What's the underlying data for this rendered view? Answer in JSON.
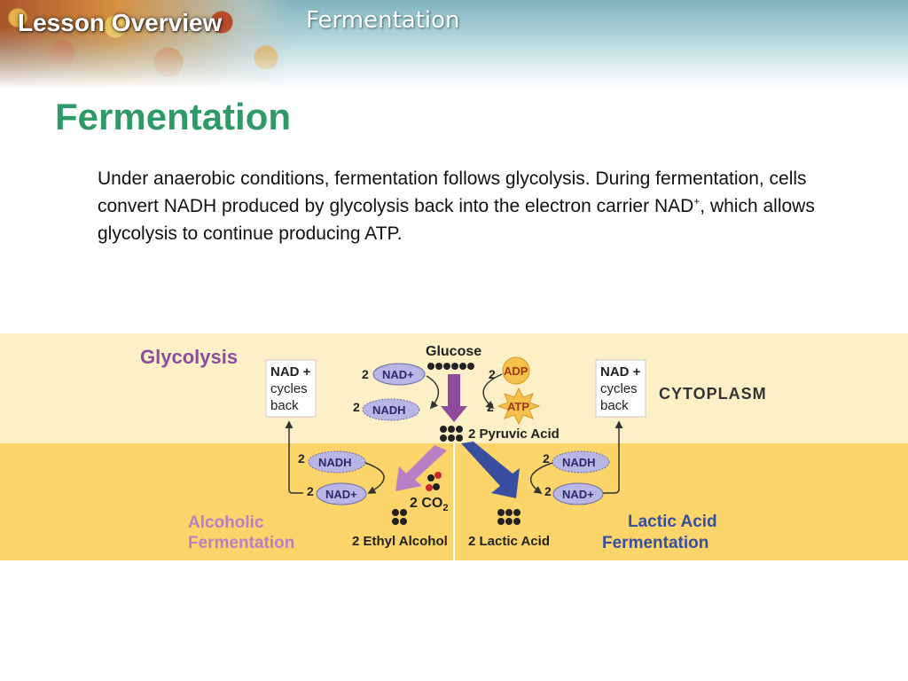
{
  "header": {
    "lesson_label": "Lesson Overview",
    "topic": "Fermentation"
  },
  "slide": {
    "title": "Fermentation",
    "body_part1": "Under anaerobic conditions, fermentation follows glycolysis. During fermentation, cells convert NADH produced by glycolysis back into the electron carrier NAD",
    "body_superscript": "+",
    "body_part2": ", which allows glycolysis to continue producing ATP."
  },
  "diagram": {
    "glycolysis_label": "Glycolysis",
    "cytoplasm_label": "CYTOPLASM",
    "glucose_label": "Glucose",
    "pyruvic_acid_label": "2 Pyruvic Acid",
    "nad_cycles_left": {
      "line1": "NAD +",
      "line2": "cycles",
      "line3": "back"
    },
    "nad_cycles_right": {
      "line1": "NAD +",
      "line2": "cycles",
      "line3": "back"
    },
    "nad_plus": "NAD+",
    "nadh": "NADH",
    "adp": "ADP",
    "atp": "ATP",
    "coefficient": "2",
    "co2_label": "2 CO",
    "co2_sub": "2",
    "ethyl_alcohol_label": "2 Ethyl Alcohol",
    "lactic_acid_label": "2 Lactic Acid",
    "alcoholic_line1": "Alcoholic",
    "alcoholic_line2": "Fermentation",
    "lactic_line1": "Lactic Acid",
    "lactic_line2": "Fermentation",
    "colors": {
      "glycolysis_purple": "#8e4a9c",
      "lactic_blue": "#3a4ea0",
      "alcoholic_purple": "#b87fc4",
      "oval_fill": "#b9b6e6",
      "atp_orange": "#f5c14a",
      "band_top": "#fdf1c4",
      "band_bottom": "#fbd56a"
    }
  }
}
